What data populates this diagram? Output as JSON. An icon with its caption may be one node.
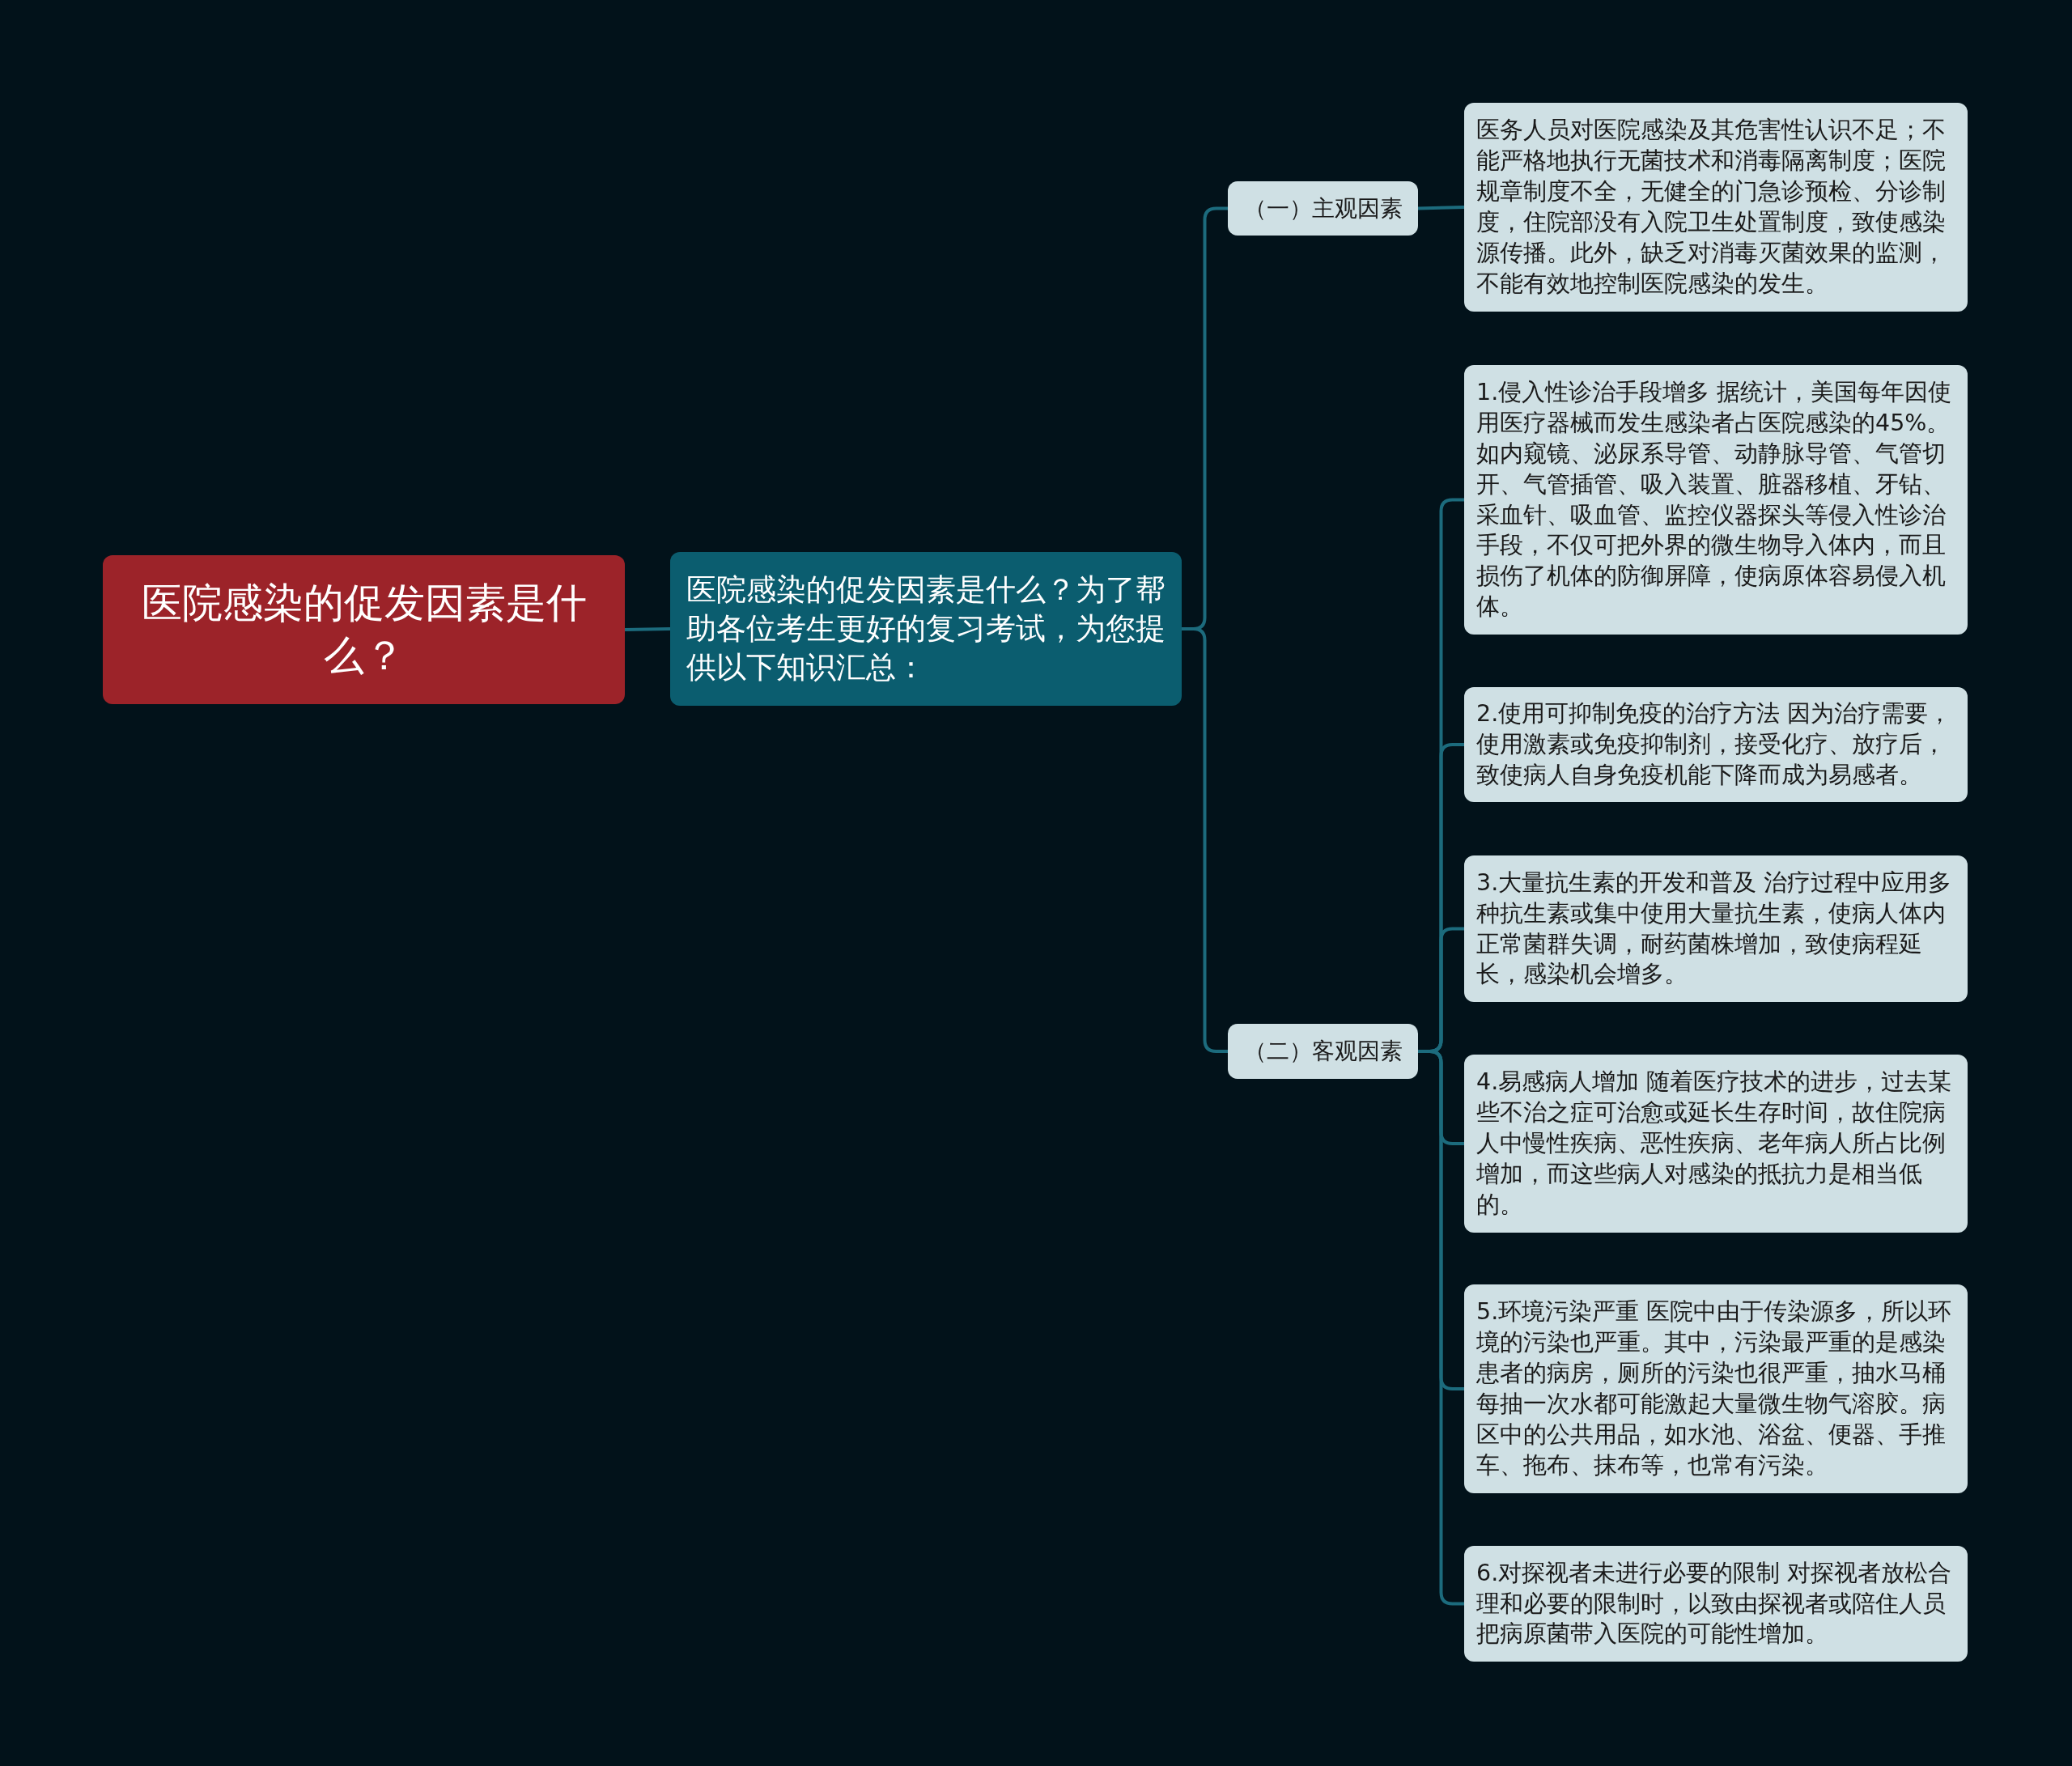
{
  "diagram": {
    "nodes": [
      {
        "text": [
          "医院感染的促发因素是什么？"
        ]
      },
      {
        "text": [
          "医院感染的促发因素是什么？为了帮助各位考生更好的复习考试，为您提供以下知识汇总："
        ]
      },
      {
        "text": [
          "（一）主观因素"
        ]
      },
      {
        "text": [
          "（二）客观因素"
        ]
      },
      {
        "text": [
          "医务人员对医院感染及其危害性认识不足；不能严格地执行无菌技术和消毒隔离制度；医院规章制度不全，无健全的门急诊预检、分诊制度，住院部没有入院卫生处置制度，致使感染源传播。此外，缺乏对消毒灭菌效果的监测，不能有效地控制医院感染的发生。"
        ]
      },
      {
        "text": [
          "1.侵入性诊治手段增多 据统计，美国每年因使用医疗器械而发生感染者占医院感染的45%。如内窥镜、泌尿系导管、动静脉导管、气管切开、气管插管、吸入装置、脏器移植、牙钻、采血针、吸血管、监控仪器探头等侵入性诊治手段，不仅可把外界的微生物导入体内，而且损伤了机体的防御屏障，使病原体容易侵入机体。"
        ]
      },
      {
        "text": [
          "2.使用可抑制免疫的治疗方法 因为治疗需要，使用激素或免疫抑制剂，接受化疗、放疗后，致使病人自身免疫机能下降而成为易感者。"
        ]
      },
      {
        "text": [
          "3.大量抗生素的开发和普及 治疗过程中应用多种抗生素或集中使用大量抗生素，使病人体内正常菌群失调，耐药菌株增加，致使病程延长，感染机会增多。"
        ]
      },
      {
        "text": [
          "4.易感病人增加 随着医疗技术的进步，过去某些不治之症可治愈或延长生存时间，故住院病人中慢性疾病、恶性疾病、老年病人所占比例增加，而这些病人对感染的抵抗力是相当低的。"
        ]
      },
      {
        "text": [
          "5.环境污染严重 医院中由于传染源多，所以环境的污染也严重。其中，污染最严重的是感染患者的病房，厕所的污染也很严重，抽水马桶每抽一次水都可能激起大量微生物气溶胶。病区中的公共用品，如水池、浴盆、便器、手推车、拖布、抹布等，也常有污染。"
        ]
      },
      {
        "text": [
          "6.对探视者未进行必要的限制 对探视者放松合理和必要的限制时，以致由探视者或陪住人员把病原菌带入医院的可能性增加。"
        ]
      }
    ],
    "edges": [
      {
        "from": 0,
        "to": 1,
        "arrow": "none"
      },
      {
        "from": 1,
        "to": 2,
        "arrow": "none"
      },
      {
        "from": 1,
        "to": 3,
        "arrow": "none"
      },
      {
        "from": 2,
        "to": 4,
        "arrow": "none"
      },
      {
        "from": 3,
        "to": 5,
        "arrow": "none"
      },
      {
        "from": 3,
        "to": 6,
        "arrow": "none"
      },
      {
        "from": 3,
        "to": 7,
        "arrow": "none"
      },
      {
        "from": 3,
        "to": 8,
        "arrow": "none"
      },
      {
        "from": 3,
        "to": 9,
        "arrow": "none"
      },
      {
        "from": 3,
        "to": 10,
        "arrow": "none"
      }
    ]
  }
}
